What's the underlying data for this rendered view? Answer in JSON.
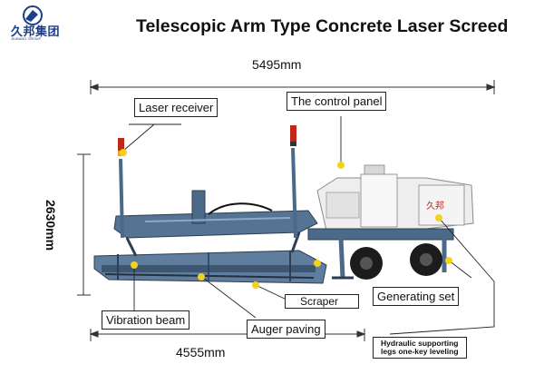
{
  "header": {
    "logo_name": "久邦集团",
    "logo_subtitle": "JIUBANG GROUP",
    "logo_color": "#1c3f8c",
    "title": "Telescopic Arm Type Concrete Laser Screed"
  },
  "dimensions": {
    "overall_length": "5495mm",
    "height": "2630mm",
    "base_length": "4555mm"
  },
  "callouts": {
    "laser_receiver": "Laser receiver",
    "control_panel": "The control panel",
    "vibration_beam": "Vibration beam",
    "auger_paving": "Auger paving",
    "scraper": "Scraper",
    "generating_set": "Generating set",
    "hydraulic_line1": "Hydraulic supporting",
    "hydraulic_line2": "legs one-key leveling"
  },
  "machine": {
    "brand_mark": "久邦",
    "frame_color": "#4b6a8a",
    "body_color": "#eeeeee",
    "marker_color": "#f2d21c"
  }
}
